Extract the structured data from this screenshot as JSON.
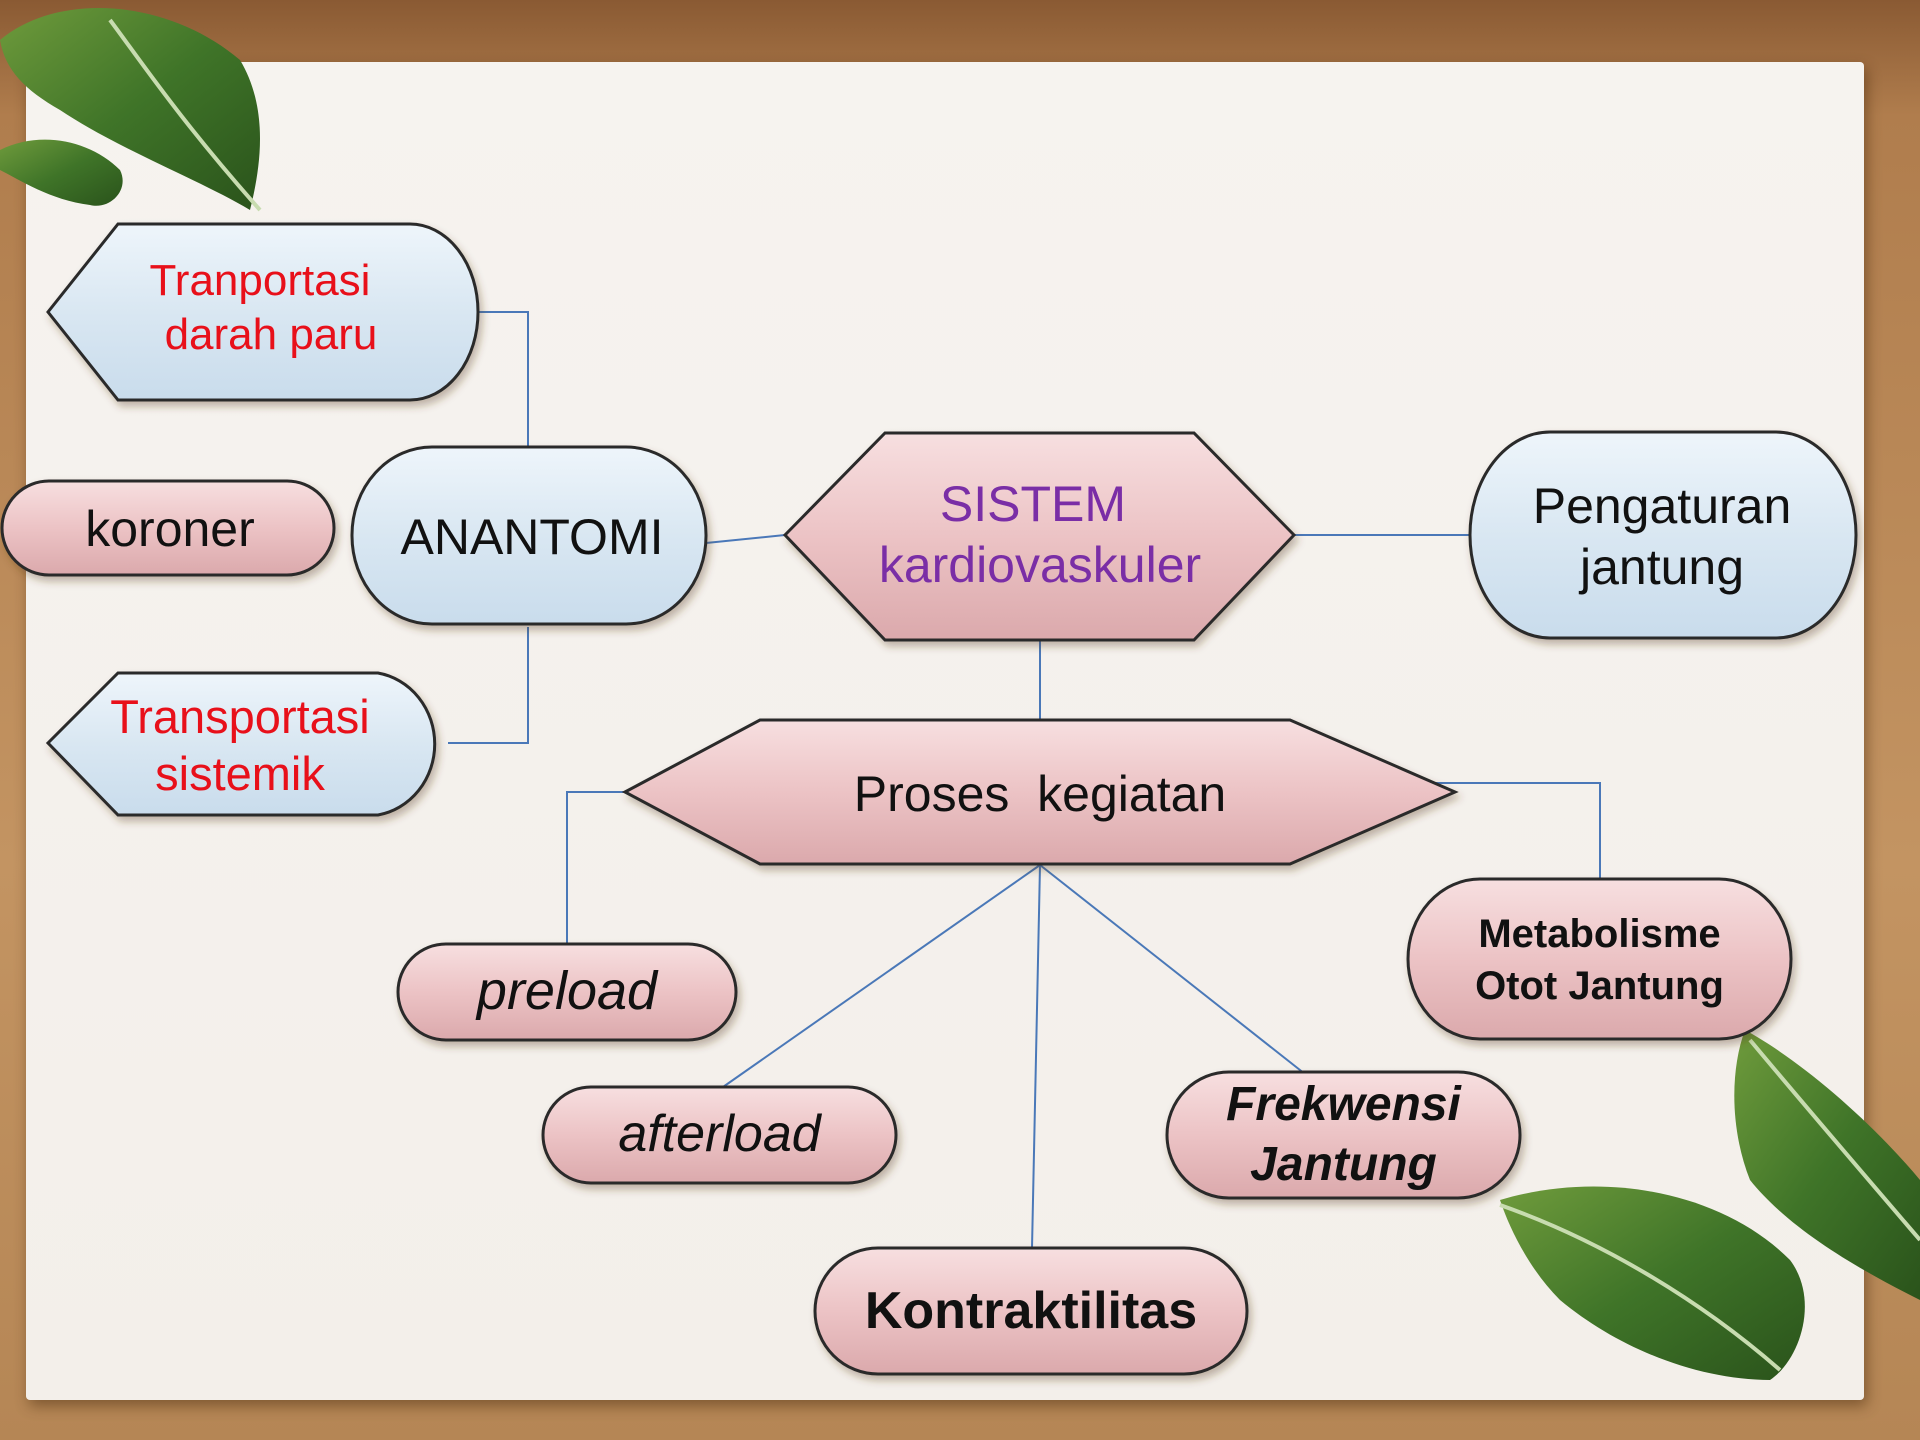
{
  "nodes": {
    "tranportasi_paru": {
      "lines": [
        "Tranportasi",
        "darah paru"
      ]
    },
    "koroner": {
      "lines": [
        "koroner"
      ]
    },
    "anatomi": {
      "lines": [
        "ANANTOMI"
      ]
    },
    "transportasi_sistemik": {
      "lines": [
        "Transportasi",
        "sistemik"
      ]
    },
    "sistem": {
      "lines": [
        "SISTEM",
        "kardiovaskuler"
      ]
    },
    "pengaturan": {
      "lines": [
        "Pengaturan",
        "jantung"
      ]
    },
    "proses": {
      "lines": [
        "Proses  kegiatan"
      ]
    },
    "preload": {
      "lines": [
        "preload"
      ]
    },
    "afterload": {
      "lines": [
        "afterload"
      ]
    },
    "metabolisme": {
      "lines": [
        "Metabolisme",
        "Otot Jantung"
      ]
    },
    "frekwensi": {
      "lines": [
        "Frekwensi",
        "Jantung"
      ]
    },
    "kontraktilitas": {
      "lines": [
        "Kontraktilitas"
      ]
    }
  },
  "colors": {
    "red_text": "#e8101a",
    "purple_text": "#7a2ea6",
    "connector": "#4a78b8",
    "blue_fill": "#dce9f3",
    "pink_fill": "#ecc2c4"
  },
  "icons": [
    "leaf-icon-top-left",
    "leaf-icon-bottom-right"
  ]
}
